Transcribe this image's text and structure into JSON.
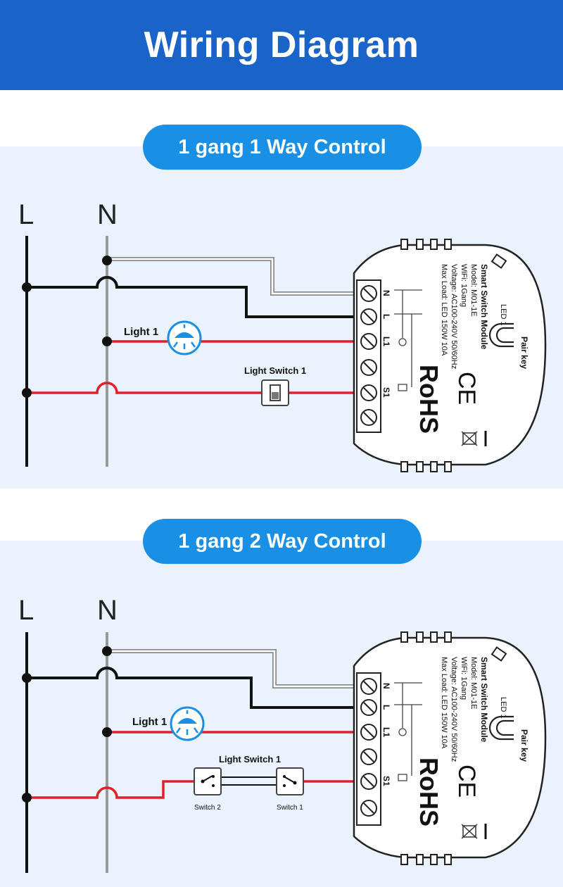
{
  "header": {
    "title": "Wiring Diagram"
  },
  "sections": [
    {
      "title": "1 gang 1 Way Control",
      "bus_labels": {
        "line": "L",
        "neutral": "N"
      },
      "light_label": "Light 1",
      "switch_label": "Light Switch 1",
      "module": {
        "name": "Smart Switch Module",
        "model": "Model: M01-1E",
        "wifi": "WiFi: 1Gang",
        "voltage": "Voltage: AC100-240V 50/60Hz",
        "max_load": "Max Load: LED 150W 10A",
        "terminals": [
          "N",
          "L",
          "L1",
          "S1"
        ],
        "led_label": "LED 1",
        "pair_key_label": "Pair key",
        "rohs": "RoHS",
        "ce": "CE"
      }
    },
    {
      "title": "1 gang 2 Way Control",
      "bus_labels": {
        "line": "L",
        "neutral": "N"
      },
      "light_label": "Light 1",
      "switch_label": "Light Switch 1",
      "switch_a_label": "Switch 2",
      "switch_b_label": "Switch 1",
      "module": {
        "name": "Smart Switch Module",
        "model": "Model: M01-1E",
        "wifi": "WiFi: 1Gang",
        "voltage": "Voltage: AC100-240V 50/60Hz",
        "max_load": "Max Load: LED 150W 10A",
        "terminals": [
          "N",
          "L",
          "L1",
          "S1"
        ],
        "led_label": "LED 1",
        "pair_key_label": "Pair key",
        "rohs": "RoHS",
        "ce": "CE"
      }
    }
  ],
  "colors": {
    "banner": "#1a63c9",
    "pill": "#1a8fe6",
    "panel": "#eaf3fd",
    "live_wire": "#e0202a",
    "neutral_wire": "#9a9a9a",
    "line_wire": "#111111",
    "lamp": "#1a8fe6"
  }
}
